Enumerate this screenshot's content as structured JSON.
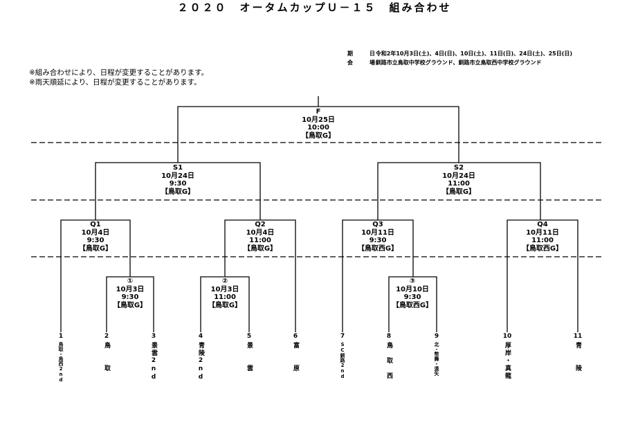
{
  "title": "２０２０　オータムカップＵ－１５　組み合わせ",
  "meta": {
    "date_label": "期　日",
    "date_value": "令和2年10月3日(土)、4日(日)、10日(土)、11日(日)、24日(土)、25日(日)",
    "venue_label": "会　場",
    "venue_value": "釧路市立鳥取中学校グラウンド、釧路市立鳥取西中学校グラウンド"
  },
  "notes": [
    "※組み合わせにより、日程が変更することがあります。",
    "※雨天順延により、日程が変更することがあります。"
  ],
  "matches": [
    {
      "id": "F",
      "name": "F",
      "date": "10月25日",
      "time": "10:00",
      "venue": "【鳥取G】"
    },
    {
      "id": "S1",
      "name": "S1",
      "date": "10月24日",
      "time": "9:30",
      "venue": "【鳥取G】"
    },
    {
      "id": "S2",
      "name": "S2",
      "date": "10月24日",
      "time": "11:00",
      "venue": "【鳥取G】"
    },
    {
      "id": "Q1",
      "name": "Q1",
      "date": "10月4日",
      "time": "9:30",
      "venue": "【鳥取G】"
    },
    {
      "id": "Q2",
      "name": "Q2",
      "date": "10月4日",
      "time": "11:00",
      "venue": "【鳥取G】"
    },
    {
      "id": "Q3",
      "name": "Q3",
      "date": "10月11日",
      "time": "9:30",
      "venue": "【鳥取西G】"
    },
    {
      "id": "Q4",
      "name": "Q4",
      "date": "10月11日",
      "time": "11:00",
      "venue": "【鳥取西G】"
    },
    {
      "id": "R1",
      "name": "①",
      "date": "10月3日",
      "time": "9:30",
      "venue": "【鳥取G】"
    },
    {
      "id": "R2",
      "name": "②",
      "date": "10月3日",
      "time": "11:00",
      "venue": "【鳥取G】"
    },
    {
      "id": "R3",
      "name": "③",
      "date": "10月10日",
      "time": "9:30",
      "venue": "【鳥取西G】"
    }
  ],
  "teams": [
    {
      "seed": "1",
      "name": "鳥取・鳥西2nd"
    },
    {
      "seed": "2",
      "name": "鳥　　取"
    },
    {
      "seed": "3",
      "name": "景雲2nd"
    },
    {
      "seed": "4",
      "name": "青陵2nd"
    },
    {
      "seed": "5",
      "name": "景　　雲"
    },
    {
      "seed": "6",
      "name": "富　　原"
    },
    {
      "seed": "7",
      "name": "SC釧路2nd"
    },
    {
      "seed": "8",
      "name": "鳥　取　西"
    },
    {
      "seed": "9",
      "name": "北・幣舞・遠矢"
    },
    {
      "seed": "10",
      "name": "厚岸・真龍"
    },
    {
      "seed": "11",
      "name": "青　　陵"
    }
  ]
}
